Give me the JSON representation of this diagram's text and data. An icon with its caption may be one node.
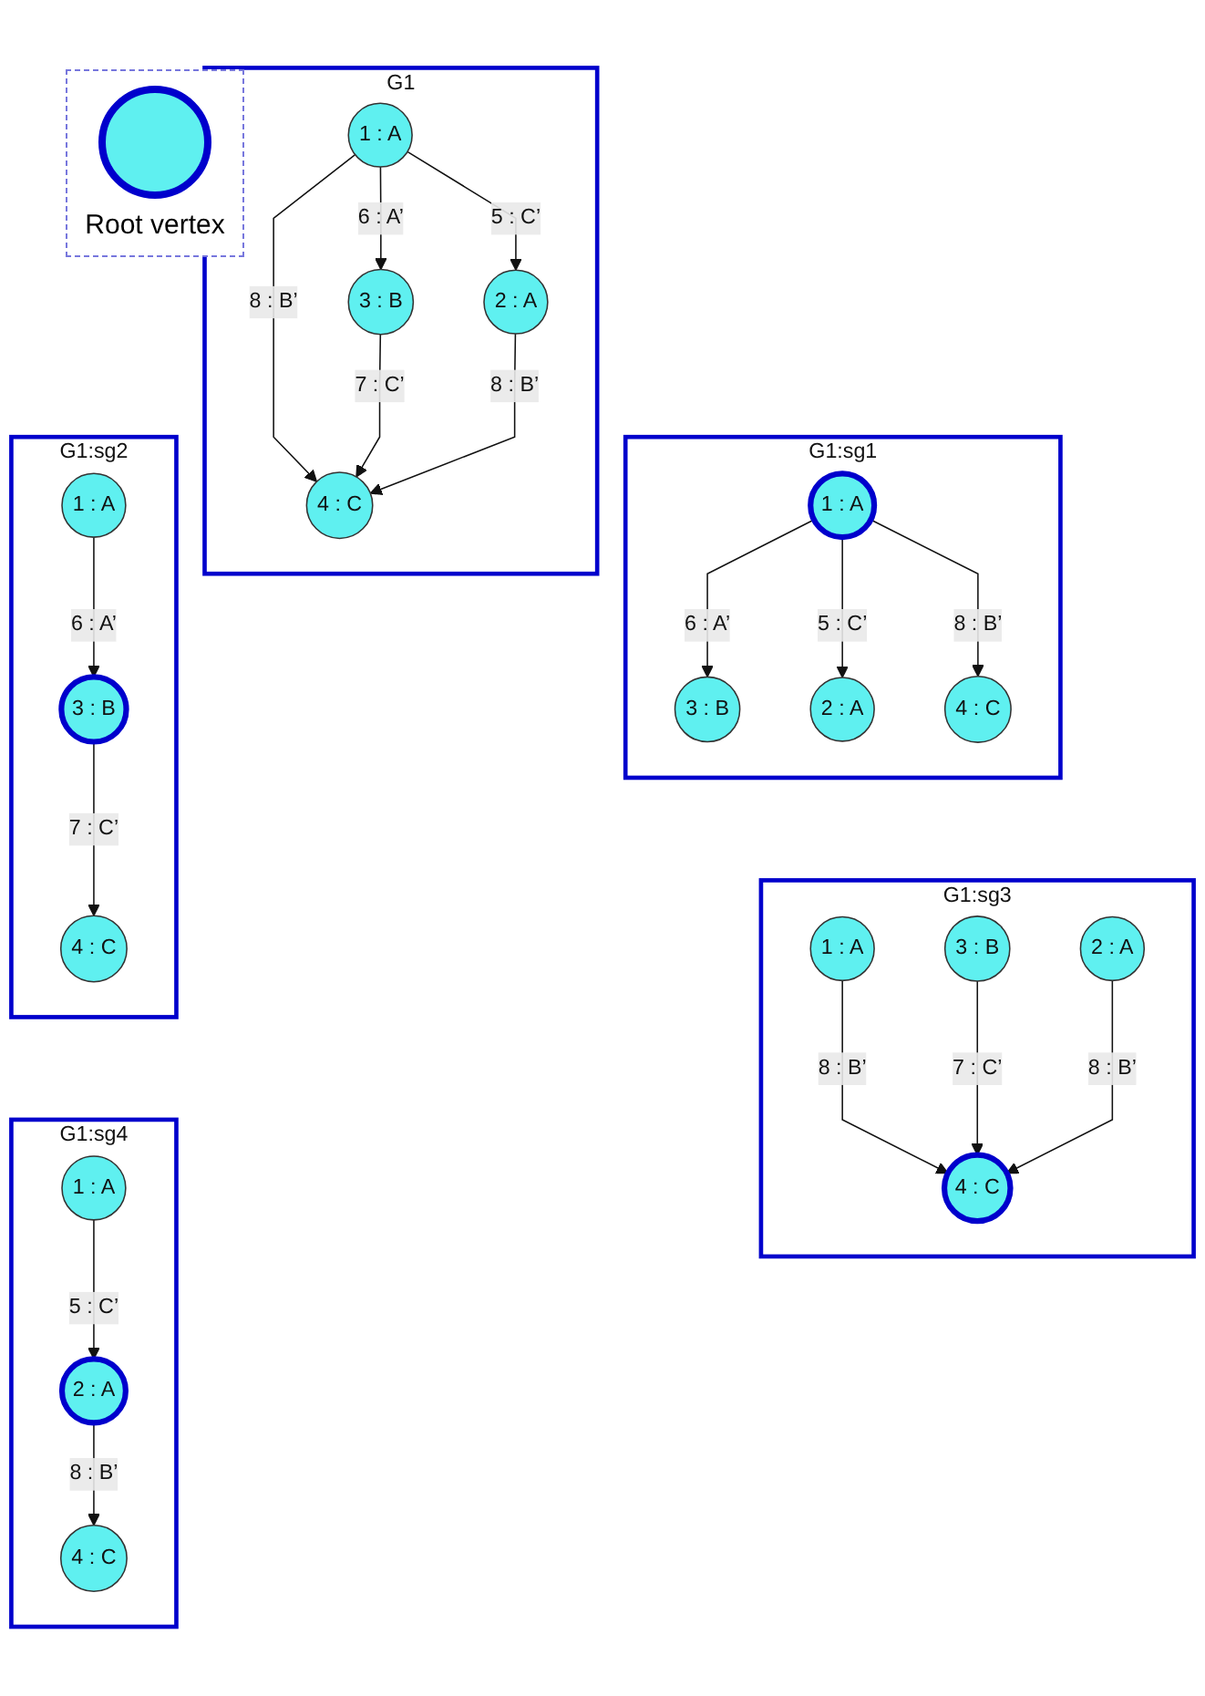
{
  "diagram": {
    "nodes": [
      {
        "text": [
          "G1"
        ]
      },
      {
        "text": [
          "1 : A"
        ],
        "in": 0
      },
      {
        "text": [
          "3 : B"
        ],
        "in": 0
      },
      {
        "text": [
          "2 : A"
        ],
        "in": 0
      },
      {
        "text": [
          "4 : C"
        ],
        "in": 0
      },
      {
        "text": [
          "G1:sg1"
        ]
      },
      {
        "text": [
          "1 : A"
        ],
        "in": 5
      },
      {
        "text": [
          "3 : B"
        ],
        "in": 5
      },
      {
        "text": [
          "2 : A"
        ],
        "in": 5
      },
      {
        "text": [
          "4 : C"
        ],
        "in": 5
      },
      {
        "text": [
          "G1:sg2"
        ]
      },
      {
        "text": [
          "1 : A"
        ],
        "in": 10
      },
      {
        "text": [
          "3 : B"
        ],
        "in": 10
      },
      {
        "text": [
          "4 : C"
        ],
        "in": 10
      },
      {
        "text": [
          "G1:sg3"
        ]
      },
      {
        "text": [
          "1 : A"
        ],
        "in": 14
      },
      {
        "text": [
          "3 : B"
        ],
        "in": 14
      },
      {
        "text": [
          "2 : A"
        ],
        "in": 14
      },
      {
        "text": [
          "4 : C"
        ],
        "in": 14
      },
      {
        "text": [
          "G1:sg4"
        ]
      },
      {
        "text": [
          "1 : A"
        ],
        "in": 19
      },
      {
        "text": [
          "2 : A"
        ],
        "in": 19
      },
      {
        "text": [
          "4 : C"
        ],
        "in": 19
      }
    ],
    "edges": [
      {
        "from": 1,
        "to": 2,
        "label": "6 : A’",
        "arrow": "to"
      },
      {
        "from": 1,
        "to": 3,
        "label": "5 : C’",
        "arrow": "to"
      },
      {
        "from": 1,
        "to": 4,
        "label": "8 : B’",
        "arrow": "to"
      },
      {
        "from": 2,
        "to": 4,
        "label": "7 : C’",
        "arrow": "to"
      },
      {
        "from": 3,
        "to": 4,
        "label": "8 : B’",
        "arrow": "to"
      },
      {
        "from": 6,
        "to": 7,
        "label": "6 : A’",
        "arrow": "to"
      },
      {
        "from": 6,
        "to": 8,
        "label": "5 : C’",
        "arrow": "to"
      },
      {
        "from": 6,
        "to": 9,
        "label": "8 : B’",
        "arrow": "to"
      },
      {
        "from": 11,
        "to": 12,
        "label": "6 : A’",
        "arrow": "to"
      },
      {
        "from": 12,
        "to": 13,
        "label": "7 : C’",
        "arrow": "to"
      },
      {
        "from": 15,
        "to": 18,
        "label": "8 : B’",
        "arrow": "to"
      },
      {
        "from": 16,
        "to": 18,
        "label": "7 : C’",
        "arrow": "to"
      },
      {
        "from": 17,
        "to": 18,
        "label": "8 : B’",
        "arrow": "to"
      },
      {
        "from": 20,
        "to": 21,
        "label": "5 : C’",
        "arrow": "to"
      },
      {
        "from": 21,
        "to": 22,
        "label": "8 : B’",
        "arrow": "to"
      }
    ],
    "legend": [
      {
        "text": "Root vertex"
      }
    ]
  }
}
